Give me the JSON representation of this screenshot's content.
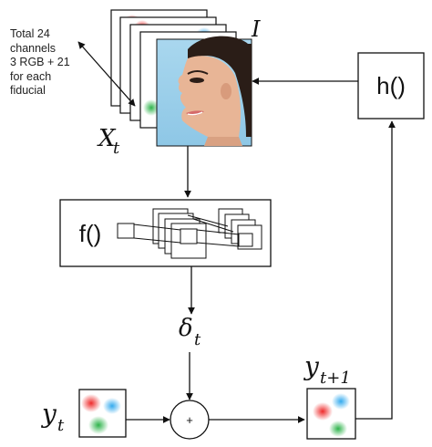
{
  "annotation": {
    "lines": [
      "Total 24",
      "channels",
      "3 RGB + 21",
      "for each",
      "fiducial"
    ]
  },
  "labels": {
    "image": "I",
    "input_stack": "X",
    "input_stack_sub": "t",
    "model": "f()",
    "offset": "δ",
    "offset_sub": "t",
    "current_fiducials": "y",
    "current_fiducials_sub": "t",
    "next_fiducials": "y",
    "next_fiducials_sub": "t+1",
    "heatmap_renderer": "h()",
    "sum_operator": "+"
  },
  "colors": {
    "fiducial_red": "#ee2a2a",
    "fiducial_blue": "#33aaee",
    "fiducial_green": "#2db34a",
    "stroke": "#111111",
    "face_background": "#9fd0ea"
  }
}
